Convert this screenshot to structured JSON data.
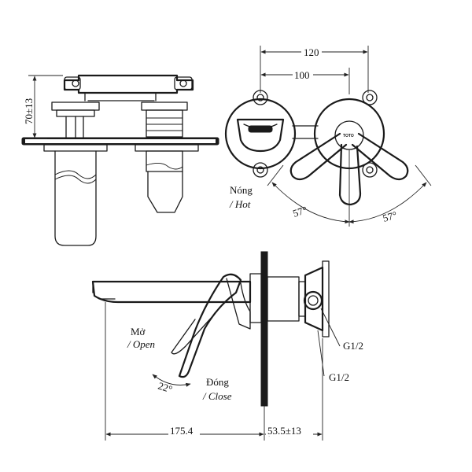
{
  "dimensions": {
    "top_width_outer": "120",
    "top_width_inner": "100",
    "height_side": "70±13",
    "angle_left": "57°",
    "angle_right": "57°",
    "spout_length": "175.4",
    "wall_depth": "53.5±13",
    "lever_angle": "22°",
    "thread_upper": "G1/2",
    "thread_lower": "G1/2"
  },
  "labels": {
    "hot_vi": "Nóng",
    "hot_en": "/ Hot",
    "open_vi": "Mở",
    "open_en": "/ Open",
    "close_vi": "Đóng",
    "close_en": "/ Close",
    "brand": "TOTO"
  }
}
